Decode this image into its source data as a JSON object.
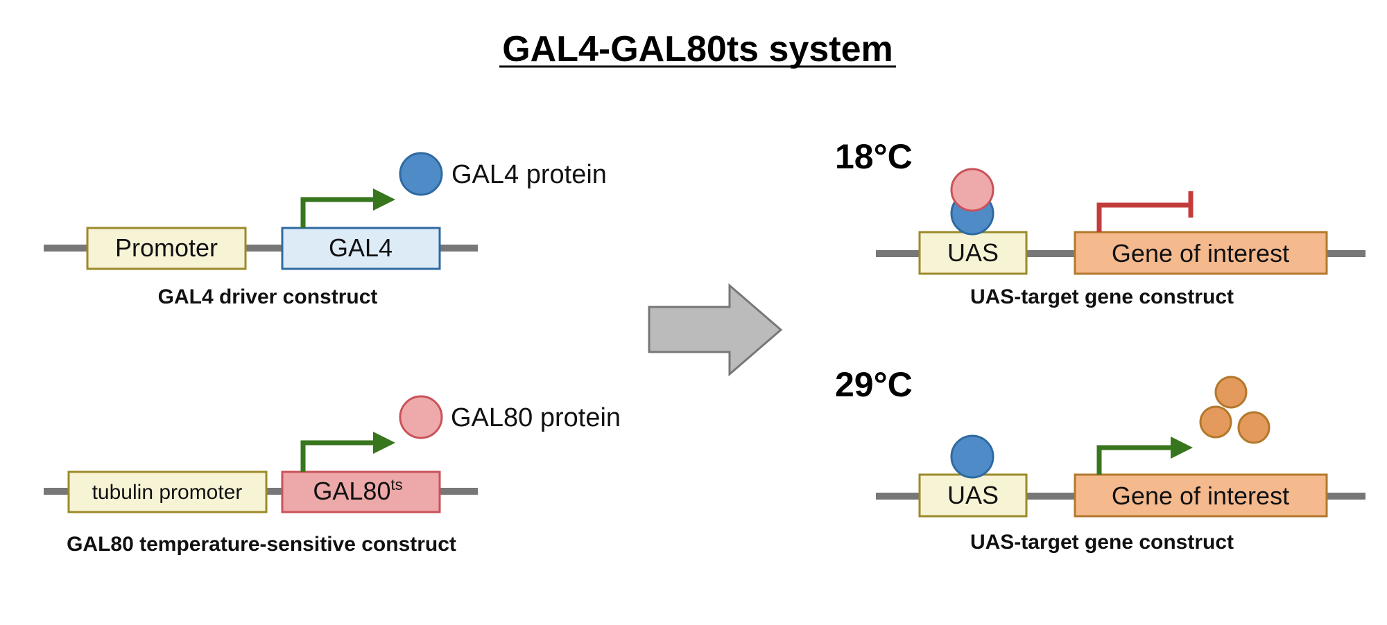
{
  "title": "GAL4-GAL80ts system",
  "left": {
    "driver": {
      "promoter_label": "Promoter",
      "gene_label": "GAL4",
      "protein_label": "GAL4 protein",
      "caption": "GAL4 driver construct"
    },
    "gal80": {
      "promoter_label": "tubulin promoter",
      "gene_label": "GAL80",
      "gene_superscript": "ts",
      "protein_label": "GAL80 protein",
      "caption": "GAL80 temperature-sensitive construct"
    }
  },
  "right": {
    "cold": {
      "temperature": "18°C",
      "uas_label": "UAS",
      "gene_label": "Gene of interest",
      "caption": "UAS-target gene construct"
    },
    "warm": {
      "temperature": "29°C",
      "uas_label": "UAS",
      "gene_label": "Gene of interest",
      "caption": "UAS-target gene construct"
    }
  },
  "colors": {
    "dna_line": "#777777",
    "promoter_fill": "#f7f3d5",
    "promoter_stroke": "#9b8a2a",
    "gal4_fill": "#ddebf7",
    "gal4_stroke": "#2e6aa1",
    "gal80_fill": "#eda9a9",
    "gal80_stroke": "#c9525a",
    "gene_fill": "#f5b98e",
    "gene_stroke": "#b3782c",
    "arrow_green": "#38761d",
    "repressor_red": "#c43b3b",
    "gal4_protein": "#4f8bc6",
    "gal80_protein": "#eeaaaa",
    "expressed_protein": "#e39a5c",
    "big_arrow": "#bbbbbb"
  }
}
